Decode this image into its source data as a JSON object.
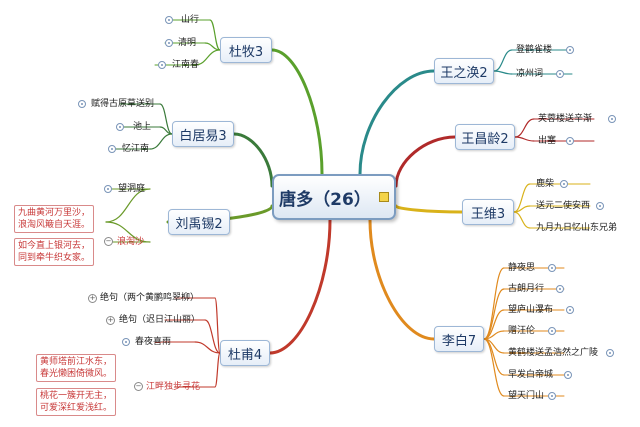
{
  "central": {
    "label": "唐多（26）",
    "icon": "note-icon"
  },
  "poets": [
    {
      "key": "dumu",
      "name": "杜牧3",
      "color": "#5aa02c",
      "poems": [
        "山行",
        "清明",
        "江南春"
      ]
    },
    {
      "key": "baijuyi",
      "name": "白居易3",
      "color": "#3a7a3a",
      "poems": [
        "赋得古原草送别",
        "池上",
        "忆江南"
      ]
    },
    {
      "key": "liuyuxi",
      "name": "刘禹锡2",
      "color": "#6a9a2a",
      "poems": [
        "望洞庭",
        "浪淘沙"
      ],
      "verses": [
        "九曲黄河万里沙，\n浪淘风簸自天涯。",
        "如今直上银河去，\n同到牵牛织女家。"
      ]
    },
    {
      "key": "dufu",
      "name": "杜甫4",
      "color": "#c0392b",
      "poems": [
        "绝句（两个黄鹂鸣翠柳）",
        "绝句（迟日江山丽）",
        "春夜喜雨",
        "江畔独步寻花"
      ],
      "verses": [
        "黄师塔前江水东，\n春光懒困倚微风。",
        "桃花一簇开无主，\n可爱深红爱浅红。"
      ]
    },
    {
      "key": "wangzhihuan",
      "name": "王之涣2",
      "color": "#2a8a8a",
      "poems": [
        "登鹳雀楼",
        "凉州词"
      ]
    },
    {
      "key": "wangchangling",
      "name": "王昌龄2",
      "color": "#b02a2a",
      "poems": [
        "芙蓉楼送辛渐",
        "出塞"
      ]
    },
    {
      "key": "wangwei",
      "name": "王维3",
      "color": "#d9b21a",
      "poems": [
        "鹿柴",
        "送元二使安西",
        "九月九日忆山东兄弟"
      ]
    },
    {
      "key": "libai",
      "name": "李白7",
      "color": "#e08a1e",
      "poems": [
        "静夜思",
        "古朗月行",
        "望庐山瀑布",
        "赠汪伦",
        "黄鹤楼送孟浩然之广陵",
        "早发白帝城",
        "望天门山"
      ]
    }
  ]
}
